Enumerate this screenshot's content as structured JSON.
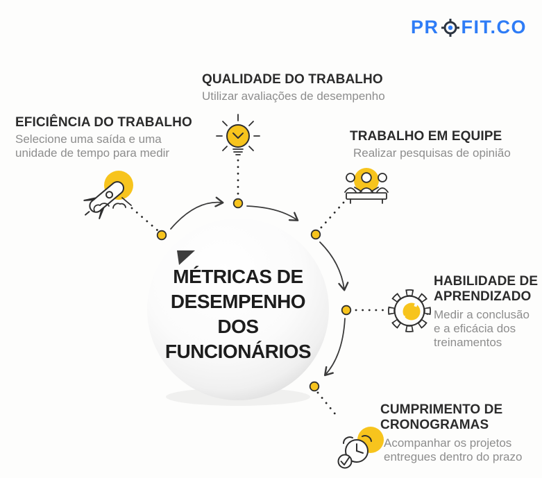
{
  "logo": {
    "prefix": "PR",
    "suffix": "FIT.CO",
    "icon": "target-icon",
    "brand_color": "#2E7CF6"
  },
  "center": {
    "lines": [
      "MÉTRICAS DE",
      "DESEMPENHO",
      "DOS",
      "FUNCIONÁRIOS"
    ]
  },
  "metrics": [
    {
      "id": "eficiencia-do-trabalho",
      "title_lines": [
        "EFICIÊNCIA DO TRABALHO"
      ],
      "desc_lines": [
        "Selecione uma saída e uma",
        "unidade de tempo para medir"
      ],
      "icon": "rocket-icon"
    },
    {
      "id": "qualidade-do-trabalho",
      "title_lines": [
        "QUALIDADE DO TRABALHO"
      ],
      "desc_lines": [
        "Utilizar avaliações de desempenho"
      ],
      "icon": "lightbulb-icon"
    },
    {
      "id": "trabalho-em-equipe",
      "title_lines": [
        "TRABALHO EM EQUIPE"
      ],
      "desc_lines": [
        "Realizar pesquisas de opinião"
      ],
      "icon": "team-icon"
    },
    {
      "id": "habilidade-de-aprendizado",
      "title_lines": [
        "HABILIDADE DE",
        "APRENDIZADO"
      ],
      "desc_lines": [
        "Medir a conclusão",
        "e a eficácia dos",
        "treinamentos"
      ],
      "icon": "gear-icon"
    },
    {
      "id": "cumprimento-de-cronogramas",
      "title_lines": [
        "CUMPRIMENTO DE",
        "CRONOGRAMAS"
      ],
      "desc_lines": [
        "Acompanhar os projetos",
        "entregues dentro do prazo"
      ],
      "icon": "clock-icon"
    }
  ],
  "colors": {
    "accent_yellow": "#F7C41D",
    "outline_dark": "#2E2E2E",
    "title_text": "#2B2B2B",
    "subtitle_text": "#8D8D8D",
    "logo_blue": "#2E7CF6",
    "sphere_edge": "#D8D8D8"
  }
}
